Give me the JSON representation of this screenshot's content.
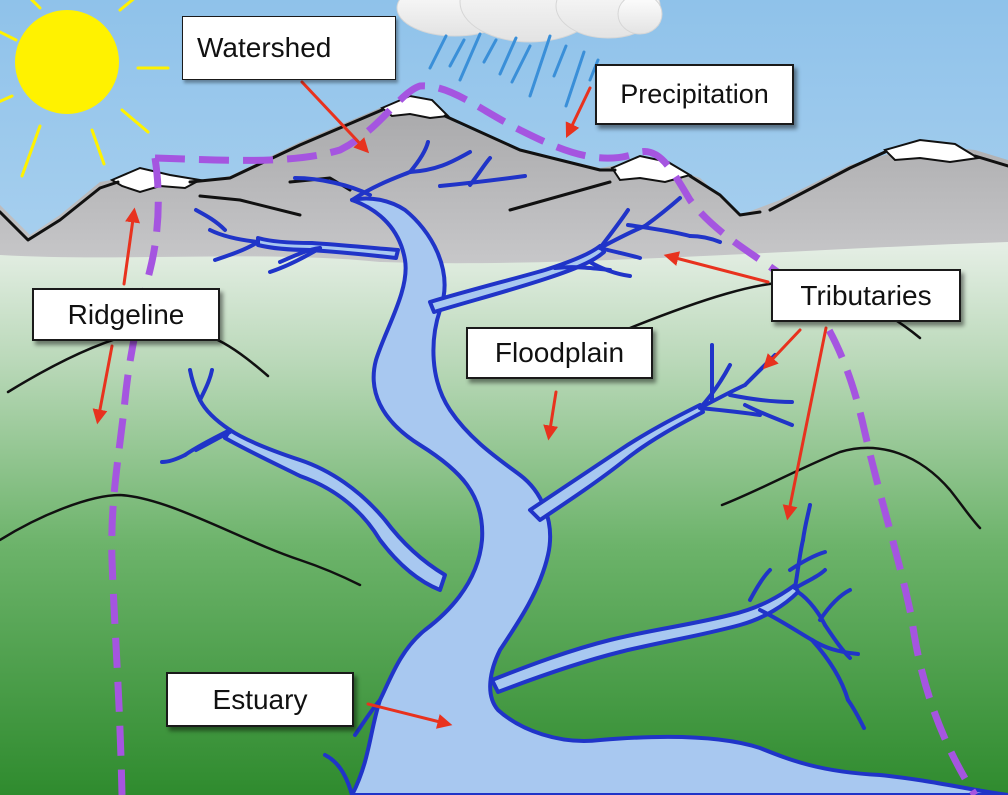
{
  "labels": {
    "watershed": "Watershed",
    "precipitation": "Precipitation",
    "ridgeline": "Ridgeline",
    "tributaries": "Tributaries",
    "floodplain": "Floodplain",
    "estuary": "Estuary"
  },
  "colors": {
    "sky_top": "#9cc8ea",
    "sky_bottom": "#d9ecf8",
    "mountain": "#c2c2c4",
    "snow": "#ffffff",
    "hill_top": "#d6e8d8",
    "hill_bottom": "#2f8f2f",
    "river": "#a8c8f0",
    "river_edge": "#2034c8",
    "watershed_boundary": "#a555e0",
    "arrow": "#e8321e",
    "sun": "#fff200",
    "rain": "#3a8fd8"
  }
}
